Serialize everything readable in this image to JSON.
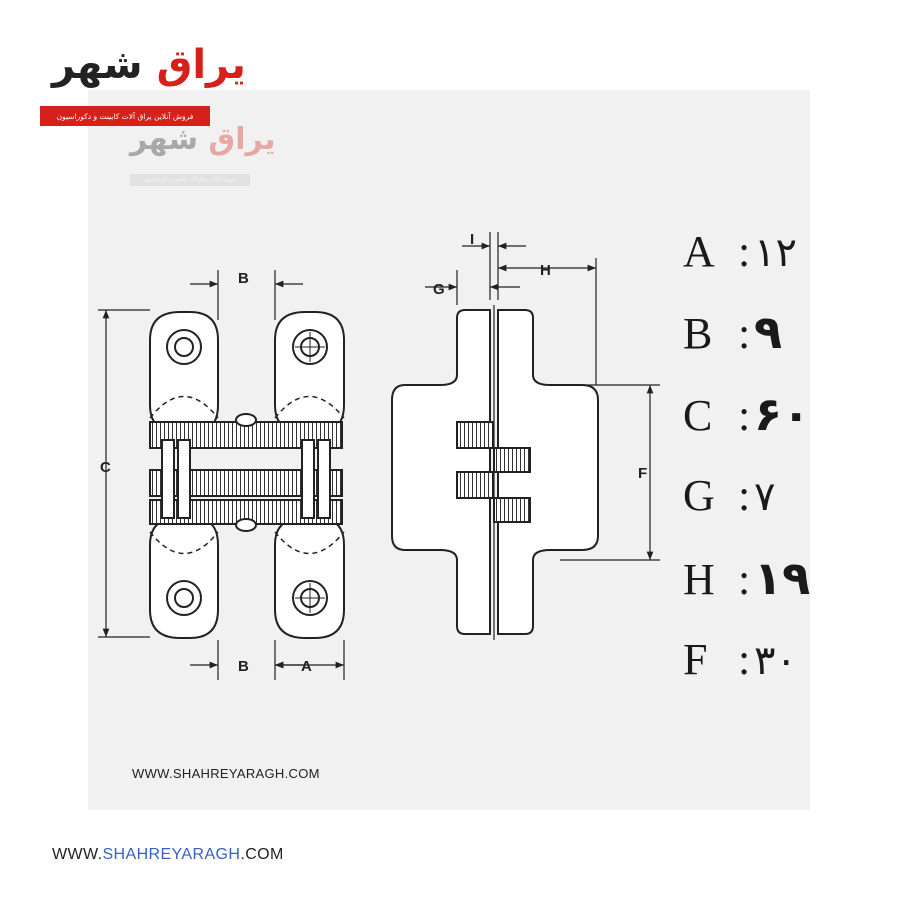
{
  "brand": {
    "logo_text_black": "شهر",
    "logo_text_red": "یراق",
    "tagline": "فروش آنلاین یراق آلات کابینت و دکوراسیون",
    "accent_color": "#d6201b"
  },
  "diagram": {
    "front_view_labels": {
      "top_b": "B",
      "left_c": "C",
      "bottom_b": "B",
      "bottom_a": "A"
    },
    "side_view_labels": {
      "top_i": "I",
      "top_g": "G",
      "top_h": "H",
      "right_f": "F"
    }
  },
  "specs": [
    {
      "key": "A",
      "value": "۱۲",
      "style": "thin"
    },
    {
      "key": "B",
      "value": "۹",
      "style": "bold"
    },
    {
      "key": "C",
      "value": "۶۰",
      "style": "bold"
    },
    {
      "key": "G",
      "value": "۷",
      "style": "thin"
    },
    {
      "key": "H",
      "value": "۱۹",
      "style": "bold"
    },
    {
      "key": "F",
      "value": "۳۰",
      "style": "thin"
    }
  ],
  "watermark_url": "WWW.SHAHREYARAGH.COM",
  "footer_url": {
    "prefix": "WWW.",
    "highlight": "SHAHREYARAGH",
    "suffix": ".COM"
  }
}
